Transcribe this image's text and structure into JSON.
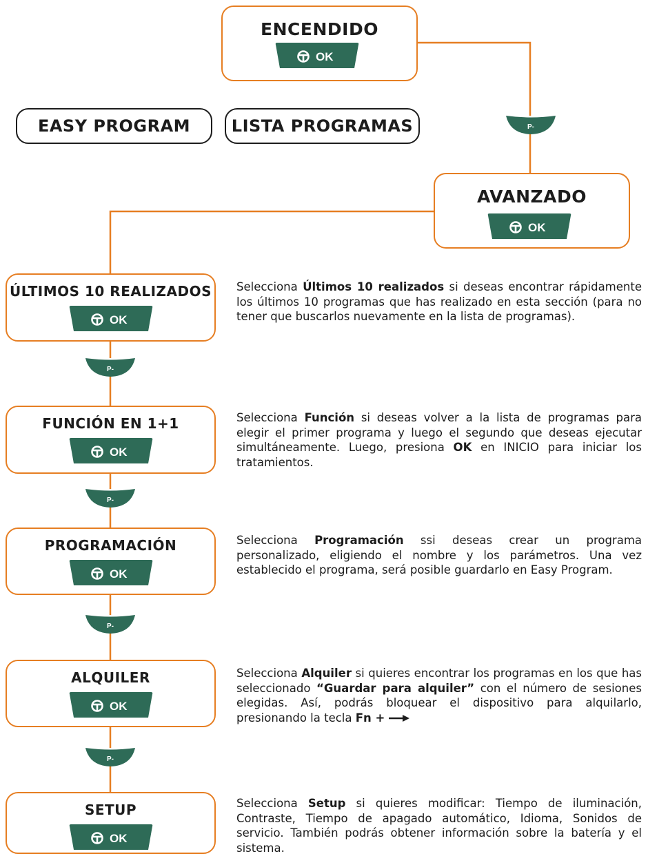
{
  "colors": {
    "accent": "#e67e22",
    "button": "#2e6b57",
    "text": "#1c1c1c"
  },
  "top": {
    "encendido": {
      "title": "ENCENDIDO",
      "ok": "OK"
    },
    "easy_program": "EASY PROGRAM",
    "lista_programas": "LISTA PROGRAMAS",
    "p_minus": "P-",
    "avanzado": {
      "title": "AVANZADO",
      "ok": "OK"
    }
  },
  "steps": [
    {
      "title": "ÚLTIMOS 10 REALIZADOS",
      "ok": "OK",
      "desc": {
        "pre": "Selecciona ",
        "bold1": "Últimos 10 realizados",
        "post": " si deseas encontrar rápidamente los últimos 10 programas que has realizado en esta sección (para no tener que buscarlos nuevamente en la lista de programas)."
      }
    },
    {
      "title": "FUNCIÓN EN 1+1",
      "ok": "OK",
      "desc": {
        "pre": "Selecciona ",
        "bold1": "Función",
        "mid": " si deseas volver a la lista de programas para elegir el primer programa y luego el segundo que deseas ejecutar simultáneamente. Luego, presiona ",
        "bold2": "OK",
        "post": " en INICIO para iniciar los tratamientos."
      }
    },
    {
      "title": "PROGRAMACIÓN",
      "ok": "OK",
      "desc": {
        "pre": "Selecciona ",
        "bold1": "Programación",
        "post": " ssi deseas crear un programa personalizado, eligiendo el nombre y los parámetros. Una vez establecido el programa, será posible guardarlo en Easy Program."
      }
    },
    {
      "title": "ALQUILER",
      "ok": "OK",
      "desc": {
        "pre": "Selecciona ",
        "bold1": "Alquiler",
        "mid": " si quieres encontrar los programas en los que has seleccionado ",
        "bold2": "“Guardar para alquiler”",
        "mid2": " con el número de sesiones elegidas. Así, podrás bloquear el dispositivo para alquilarlo, presionando la tecla ",
        "bold3": "Fn +"
      }
    },
    {
      "title": "SETUP",
      "ok": "OK",
      "desc": {
        "pre": "Selecciona ",
        "bold1": "Setup",
        "post": " si quieres modificar: Tiempo de iluminación, Contraste, Tiempo de apagado automático, Idioma, Sonidos de servicio. También podrás obtener información sobre la batería y el sistema."
      }
    }
  ],
  "p_buttons": [
    "P-",
    "P-",
    "P-",
    "P-"
  ]
}
